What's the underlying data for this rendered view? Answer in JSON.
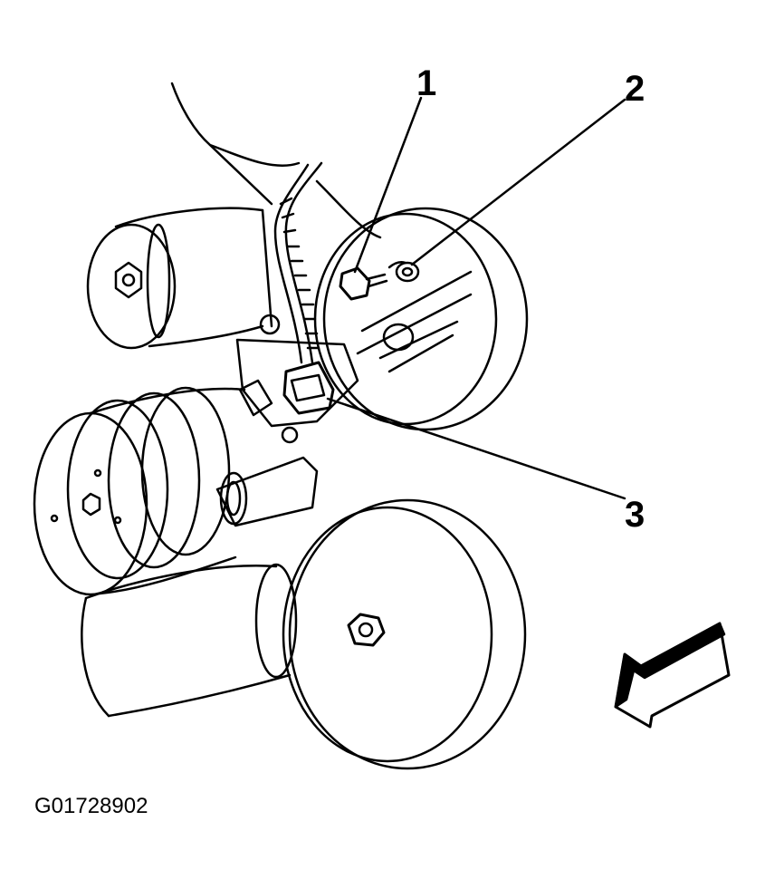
{
  "callouts": {
    "c1": "1",
    "c2": "2",
    "c3": "3"
  },
  "figure_id": "G01728902",
  "colors": {
    "line": "#000000",
    "background": "#ffffff"
  }
}
